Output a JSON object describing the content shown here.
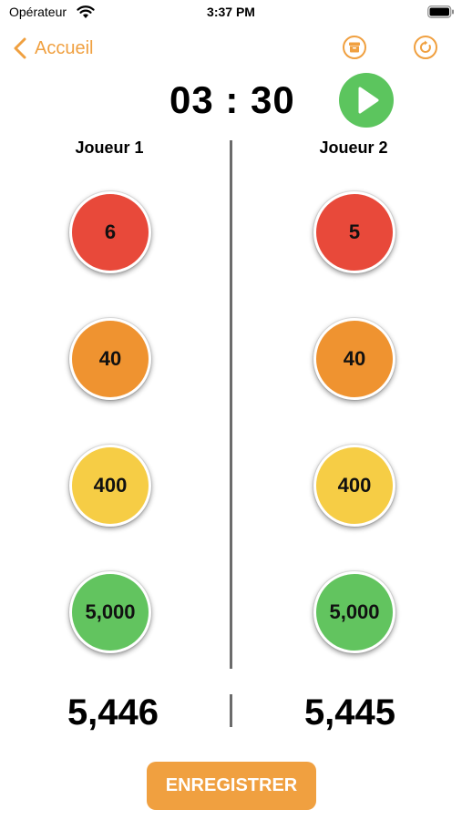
{
  "status_bar": {
    "carrier": "Opérateur",
    "time": "3:37 PM",
    "icons": [
      "wifi-icon",
      "battery-icon"
    ]
  },
  "nav": {
    "back_label": "Accueil",
    "icons": [
      "chevron-left-icon",
      "archive-icon",
      "refresh-icon"
    ]
  },
  "timer": {
    "value": "03 : 30",
    "play_icon": "play-icon"
  },
  "players": [
    {
      "label": "Joueur 1",
      "buttons": [
        "6",
        "40",
        "400",
        "5,000"
      ],
      "total": "5,446"
    },
    {
      "label": "Joueur 2",
      "buttons": [
        "5",
        "40",
        "400",
        "5,000"
      ],
      "total": "5,445"
    }
  ],
  "save_label": "ENREGISTRER",
  "colors": {
    "accent": "#f0a040",
    "play": "#5cc55e",
    "red": "#e8493a",
    "orange": "#ef9330",
    "yellow": "#f6cd45",
    "green": "#62c45f",
    "divider": "#6b6b6b"
  }
}
